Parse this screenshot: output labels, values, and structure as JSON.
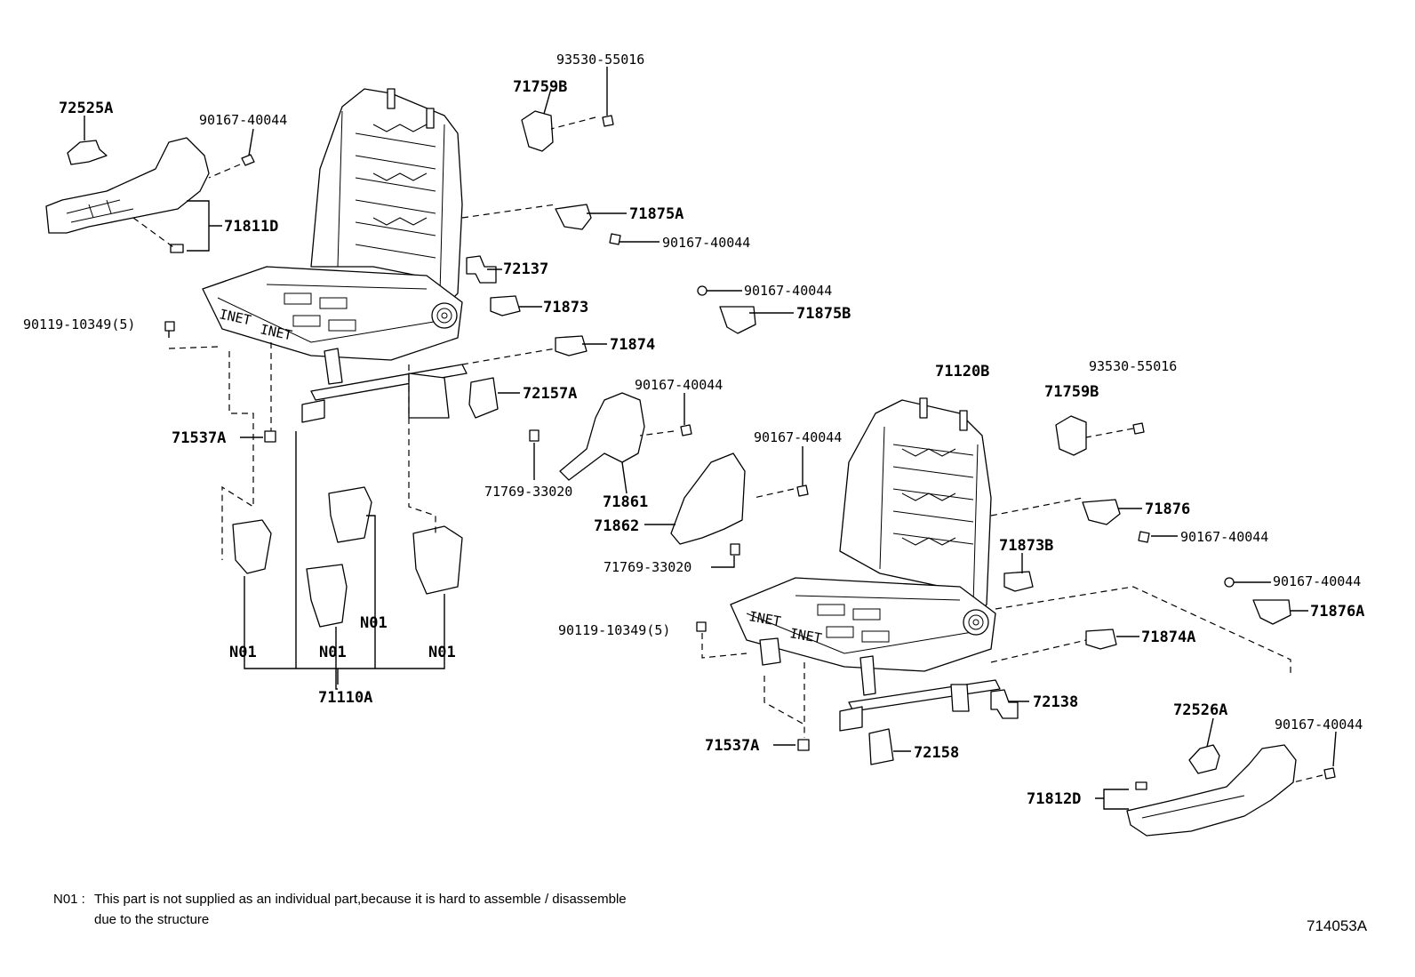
{
  "labels": {
    "p72525A": "72525A",
    "p90167_a": "90167-40044",
    "p71811D": "71811D",
    "p93530_a": "93530-55016",
    "p71759B_a": "71759B",
    "p71875A": "71875A",
    "p90167_b": "90167-40044",
    "p72137": "72137",
    "p90167_c": "90167-40044",
    "p71875B": "71875B",
    "p71873": "71873",
    "p90119_a": "90119-10349(5)",
    "p71874": "71874",
    "p72157A": "72157A",
    "p90167_d": "90167-40044",
    "p71120B": "71120B",
    "p93530_b": "93530-55016",
    "p71759B_b": "71759B",
    "p71537A_a": "71537A",
    "p90167_e": "90167-40044",
    "p71769_a": "71769-33020",
    "p71861": "71861",
    "p71876": "71876",
    "p71862": "71862",
    "p90167_f": "90167-40044",
    "p71873B": "71873B",
    "p71769_b": "71769-33020",
    "p90167_g": "90167-40044",
    "p71876A": "71876A",
    "pN01_a": "N01",
    "pN01_b": "N01",
    "pN01_c": "N01",
    "pN01_d": "N01",
    "p90119_b": "90119-10349(5)",
    "p71874A": "71874A",
    "p71110A": "71110A",
    "p72138": "72138",
    "p72526A": "72526A",
    "p90167_h": "90167-40044",
    "p71537A_b": "71537A",
    "p72158": "72158",
    "p71812D": "71812D"
  },
  "footnote": {
    "code": "N01 :",
    "line1": "This part is not supplied as an individual part,because it is hard to assemble / disassemble",
    "line2": "due to the structure"
  },
  "diagram_id": "714053A"
}
